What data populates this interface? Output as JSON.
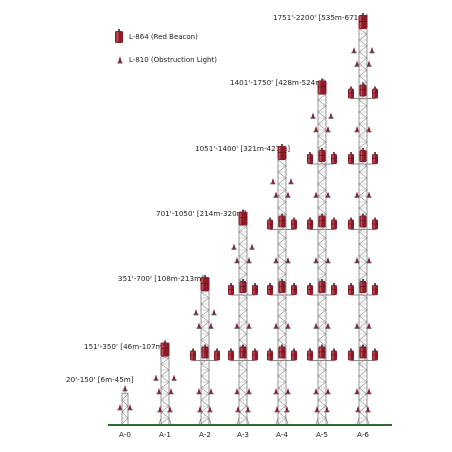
{
  "legend": {
    "beacon": {
      "code": "L-864 (Red Beacon)",
      "icon": "red-beacon-icon"
    },
    "obstruction": {
      "code": "L-810 (Obstruction Light)",
      "icon": "obstruction-light-icon"
    }
  },
  "ranges": [
    {
      "text": "20'-150' [6m-45m]"
    },
    {
      "text": "151'-350' [46m-107m]"
    },
    {
      "text": "351'-700' [108m-213m]"
    },
    {
      "text": "701'-1050' [214m-320m]"
    },
    {
      "text": "1051'-1400' [321m-427m]"
    },
    {
      "text": "1401'-1750' [428m-524m]"
    },
    {
      "text": "1751'-2200' [535m-671m]"
    }
  ],
  "towers": [
    {
      "label": "A-0",
      "beacon_levels": 0,
      "top": "obstruction"
    },
    {
      "label": "A-1",
      "beacon_levels": 1,
      "top": "beacon"
    },
    {
      "label": "A-2",
      "beacon_levels": 2,
      "top": "beacon"
    },
    {
      "label": "A-3",
      "beacon_levels": 3,
      "top": "beacon"
    },
    {
      "label": "A-4",
      "beacon_levels": 4,
      "top": "beacon"
    },
    {
      "label": "A-5",
      "beacon_levels": 5,
      "top": "beacon"
    },
    {
      "label": "A-6",
      "beacon_levels": 6,
      "top": "beacon"
    }
  ],
  "colors": {
    "beacon": "#8b1d2a",
    "beacon_light": "#c24a55",
    "ground": "#2e6b2e",
    "steel": "#8a8a8a"
  }
}
